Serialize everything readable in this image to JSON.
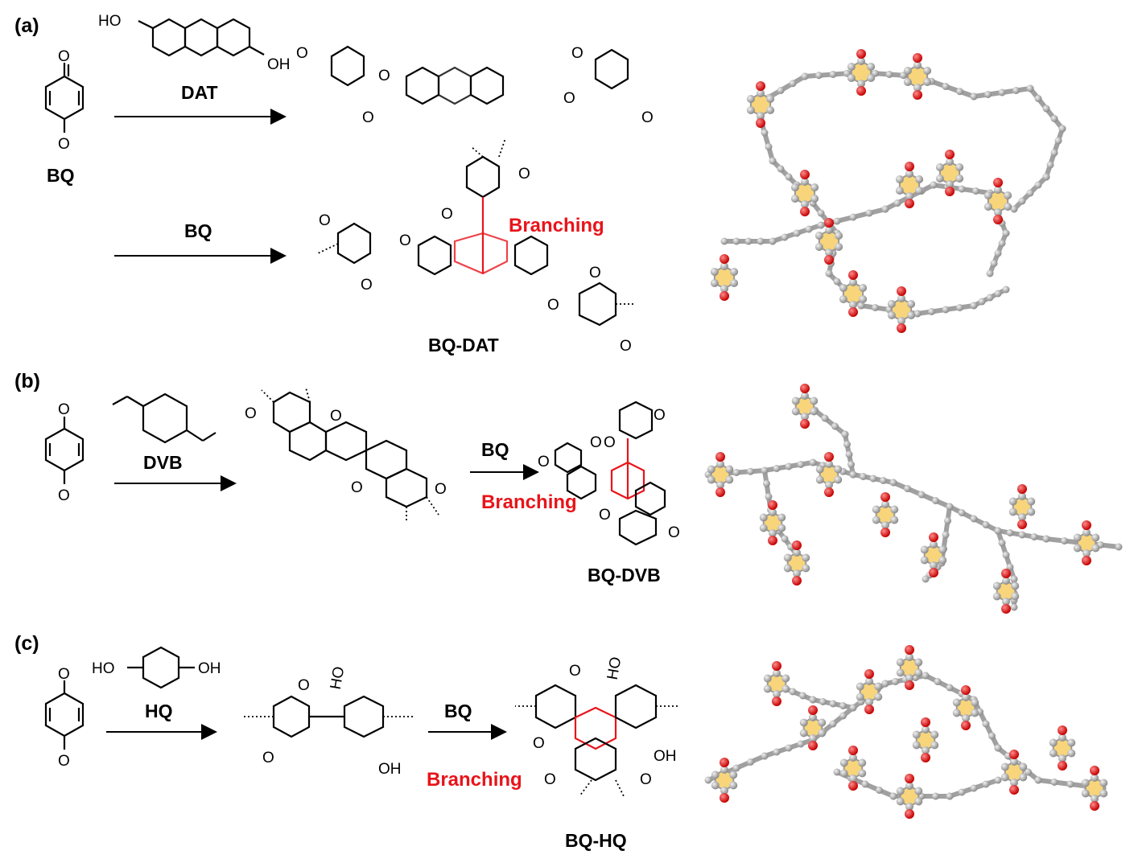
{
  "panels": {
    "a": {
      "tag": "(a)",
      "bq": "BQ",
      "comonomer": "DAT",
      "arrow2_reagent": "BQ",
      "branching": "Branching",
      "product": "BQ-DAT"
    },
    "b": {
      "tag": "(b)",
      "comonomer": "DVB",
      "arrow2_reagent": "BQ",
      "branching": "Branching",
      "product": "BQ-DVB"
    },
    "c": {
      "tag": "(c)",
      "comonomer": "HQ",
      "arrow2_reagent": "BQ",
      "branching": "Branching",
      "product": "BQ-HQ"
    }
  },
  "atoms": {
    "oxygen": "O",
    "hydroxyl": "OH",
    "hydroxyl_left": "HO"
  },
  "colors": {
    "quinone_ring": "#f8d57a",
    "dat_ring": "#5cc48a",
    "dvb_ring": "#a7c4e2",
    "hq_ring": "#f4cdb8",
    "branching_text": "#e8141a",
    "carbon_atom": "#a8a8a8",
    "oxygen_atom": "#e81b1b",
    "hydrogen_atom": "#eeeeee"
  }
}
